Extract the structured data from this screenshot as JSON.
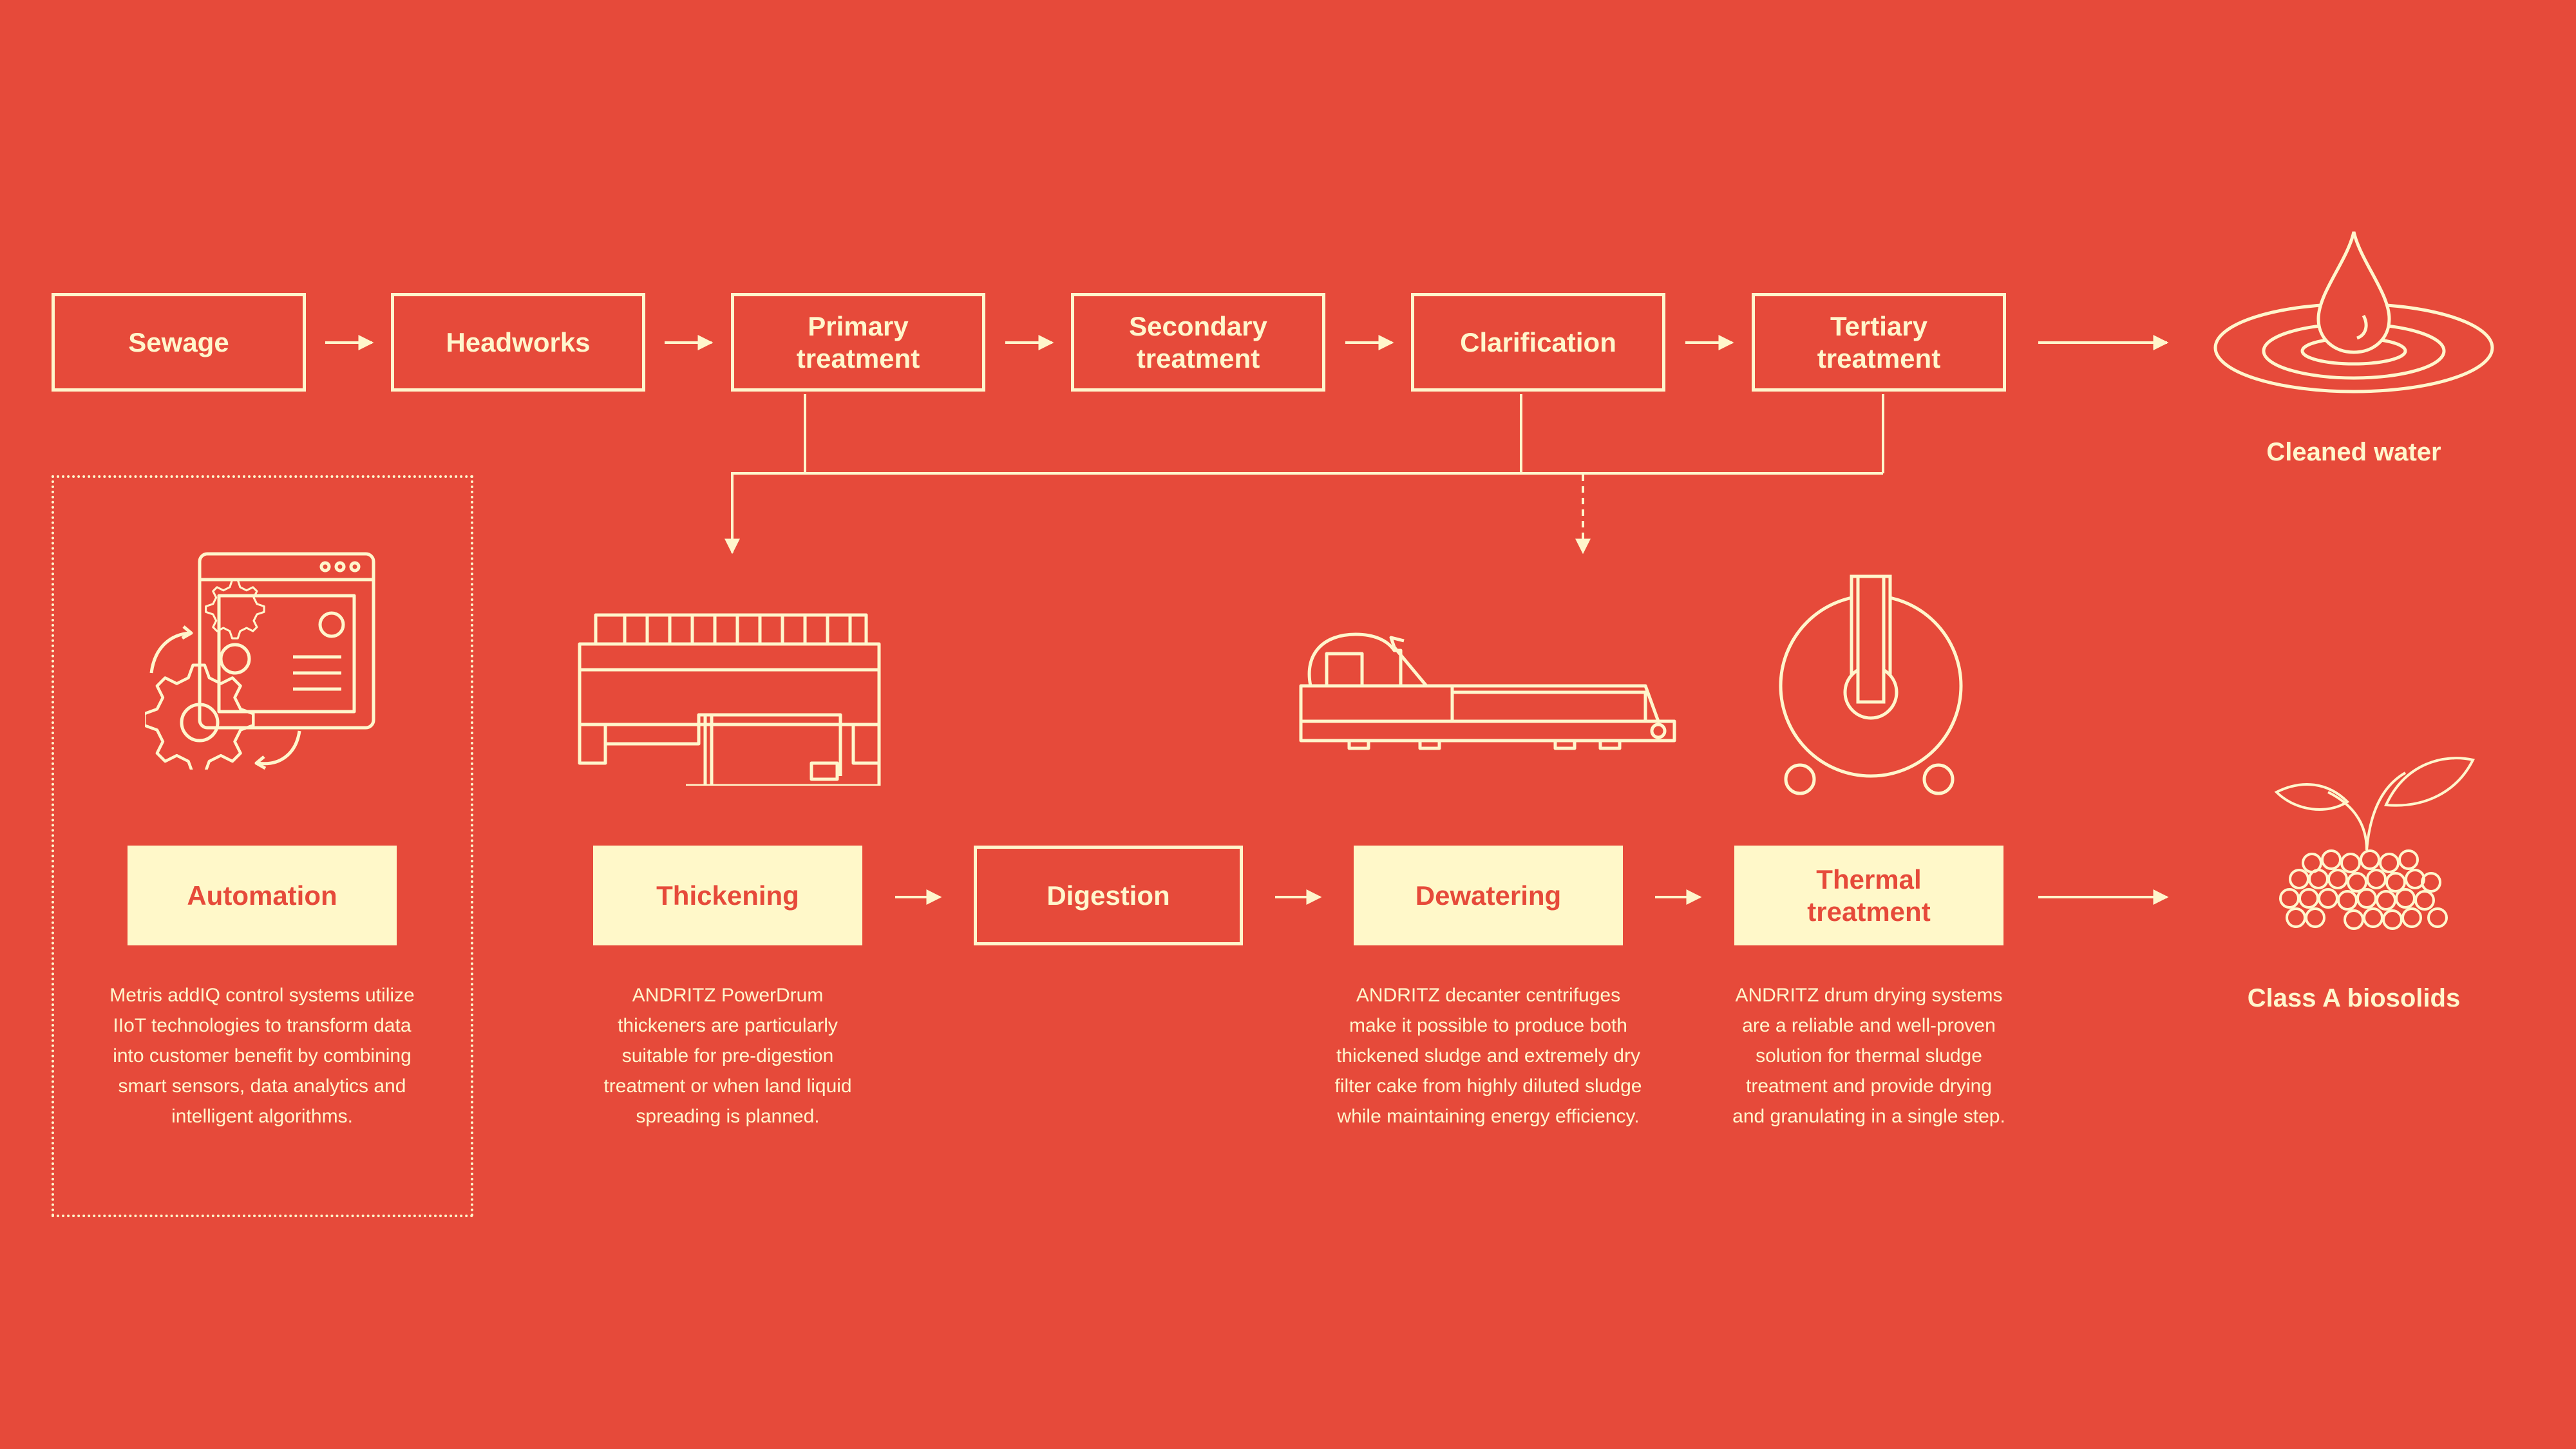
{
  "colors": {
    "background": "#E64A3A",
    "line": "#FFF6CC",
    "highlight_fill": "#FFF8C9",
    "highlight_text": "#E64A3A"
  },
  "process_row": [
    {
      "id": "sewage",
      "label": "Sewage"
    },
    {
      "id": "headworks",
      "label": "Headworks"
    },
    {
      "id": "primary",
      "label": "Primary\ntreatment"
    },
    {
      "id": "secondary",
      "label": "Secondary\ntreatment"
    },
    {
      "id": "clarification",
      "label": "Clarification"
    },
    {
      "id": "tertiary",
      "label": "Tertiary\ntreatment"
    }
  ],
  "cleaned_water": {
    "label": "Cleaned water",
    "icon": "water-drop-icon"
  },
  "sludge_row": [
    {
      "id": "automation",
      "label": "Automation",
      "highlighted": true,
      "icon": "automation-gears-icon",
      "description": "Metris addIQ control systems utilize\nIIoT technologies to transform data\ninto customer benefit by combining\nsmart sensors, data analytics and\nintelligent algorithms."
    },
    {
      "id": "thickening",
      "label": "Thickening",
      "highlighted": true,
      "icon": "drum-thickener-icon",
      "description": "ANDRITZ PowerDrum\nthickeners are particularly\nsuitable for pre-digestion\ntreatment or when land liquid\nspreading is planned."
    },
    {
      "id": "digestion",
      "label": "Digestion",
      "highlighted": false
    },
    {
      "id": "dewatering",
      "label": "Dewatering",
      "highlighted": true,
      "icon": "decanter-centrifuge-icon",
      "description": "ANDRITZ decanter centrifuges\nmake it possible to produce both\nthickened sludge and extremely dry\nfilter cake from highly diluted sludge\nwhile maintaining energy efficiency."
    },
    {
      "id": "thermal",
      "label": "Thermal\ntreatment",
      "highlighted": true,
      "icon": "drum-dryer-icon",
      "description": "ANDRITZ drum drying systems\nare a reliable and well-proven\nsolution for thermal sludge\ntreatment and provide drying\nand granulating in a single step."
    }
  ],
  "biosolids": {
    "label": "Class A biosolids",
    "icon": "biosolids-pellets-icon"
  }
}
